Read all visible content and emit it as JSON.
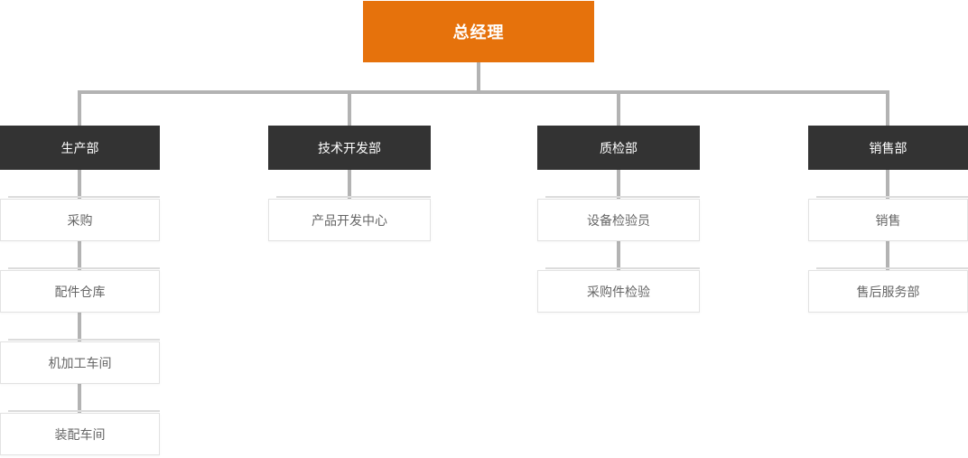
{
  "colors": {
    "root_bg": "#e6720c",
    "root_text": "#ffffff",
    "dept_bg": "#333333",
    "dept_text": "#ffffff",
    "connector": "#b3b3b3",
    "leaf_bg": "#ffffff",
    "leaf_border": "#e2e2e2",
    "leaf_text": "#666666",
    "stack_line": "#dcdcdc"
  },
  "org": {
    "root": {
      "label": "总经理"
    },
    "departments": [
      {
        "label": "生产部",
        "children": [
          "采购",
          "配件仓库",
          "机加工车间",
          "装配车间"
        ]
      },
      {
        "label": "技术开发部",
        "children": [
          "产品开发中心"
        ]
      },
      {
        "label": "质检部",
        "children": [
          "设备检验员",
          "采购件检验"
        ]
      },
      {
        "label": "销售部",
        "children": [
          "销售",
          "售后服务部"
        ]
      }
    ]
  }
}
